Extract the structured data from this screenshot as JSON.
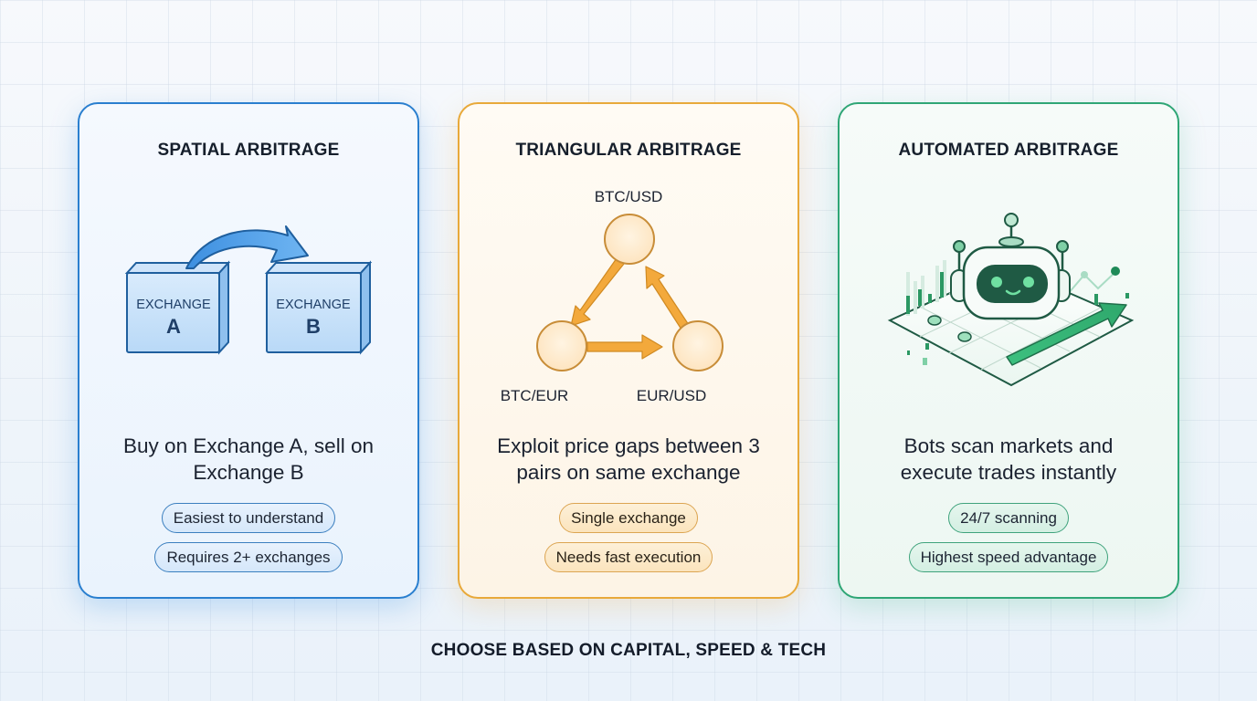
{
  "cards": [
    {
      "title": "SPATIAL ARBITRAGE",
      "accent": "#2a7fcf",
      "illustration": {
        "boxes": [
          {
            "label": "EXCHANGE",
            "letter": "A"
          },
          {
            "label": "EXCHANGE",
            "letter": "B"
          }
        ],
        "icon": "curved-arrow-icon"
      },
      "description": "Buy on Exchange A, sell on Exchange B",
      "tags": [
        "Easiest to understand",
        "Requires 2+ exchanges"
      ]
    },
    {
      "title": "TRIANGULAR ARBITRAGE",
      "accent": "#e8a93a",
      "illustration": {
        "nodes": [
          "BTC/USD",
          "BTC/EUR",
          "EUR/USD"
        ],
        "icon": "triangle-cycle-icon"
      },
      "description": "Exploit price gaps between 3 pairs on same exchange",
      "tags": [
        "Single exchange",
        "Needs fast execution"
      ]
    },
    {
      "title": "AUTOMATED ARBITRAGE",
      "accent": "#2fa676",
      "illustration": {
        "icon": "robot-trading-icon"
      },
      "description": "Bots scan markets and execute trades instantly",
      "tags": [
        "24/7 scanning",
        "Highest speed advantage"
      ]
    }
  ],
  "footer": "CHOOSE BASED ON CAPITAL, SPEED & TECH"
}
